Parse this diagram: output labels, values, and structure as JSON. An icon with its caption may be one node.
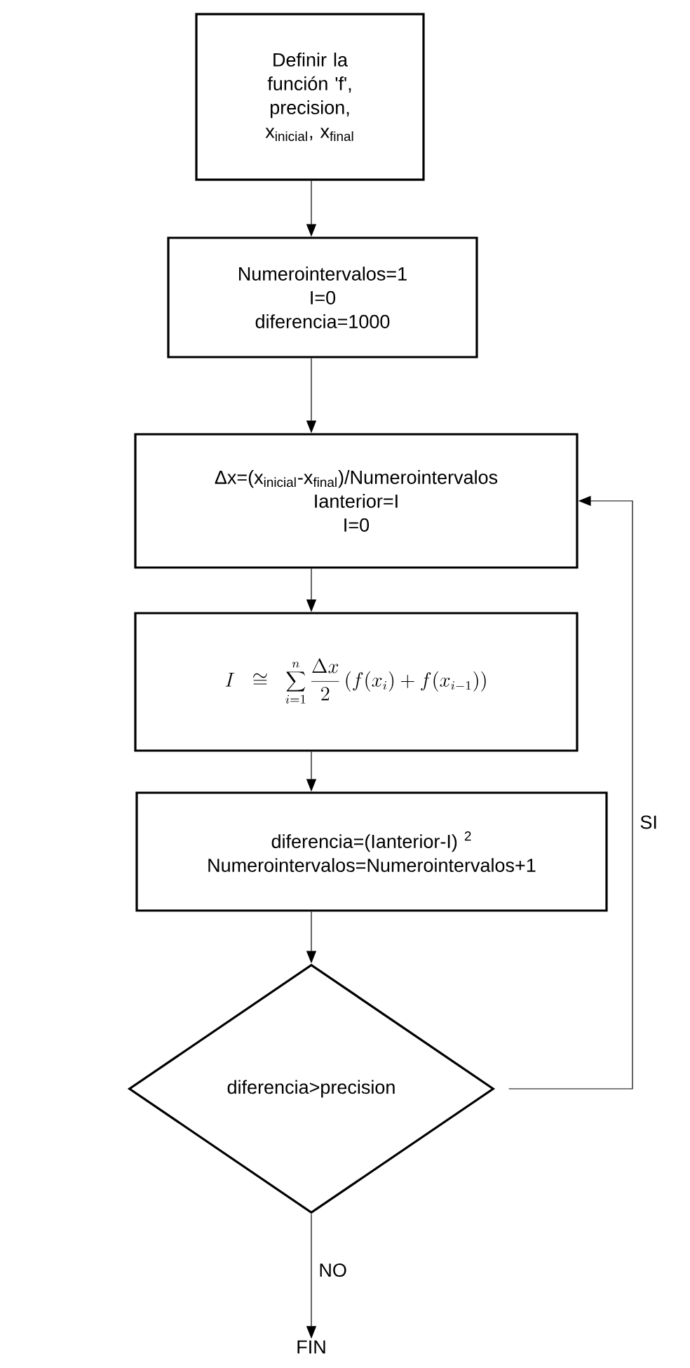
{
  "diagram": {
    "nodes": [
      {
        "text": [
          "Definir la función 'f', precision, x$_{inicial}$, x$_{final}$"
        ]
      },
      {
        "text": [
          "Numerointervalos=1",
          "I=0",
          "diferencia=1000"
        ]
      },
      {
        "text": [
          "Δx=(x$_{inicial}$-x$_{final}$)/Numerointervalos",
          "Ianterior=I",
          "I=0"
        ]
      },
      {
        "text": [
          "I \\cong \\sum_{i=1}^{n} \\frac{\\Delta x}{2} \\left(f(x_i)+f(x_{i-1})\\right)"
        ]
      },
      {
        "text": [
          "diferencia=(Ianterior-I) $^{2}$",
          "Numerointervalos=Numerointervalos+1"
        ]
      },
      {
        "text": [
          "diferencia>precision"
        ]
      },
      {
        "text": [
          "FIN"
        ]
      }
    ],
    "edges": [
      {
        "from": 0,
        "to": 1,
        "arrow": "to"
      },
      {
        "from": 1,
        "to": 2,
        "arrow": "to"
      },
      {
        "from": 2,
        "to": 3,
        "arrow": "to"
      },
      {
        "from": 3,
        "to": 4,
        "arrow": "to"
      },
      {
        "from": 4,
        "to": 5,
        "arrow": "to"
      },
      {
        "from": 5,
        "to": 6,
        "arrow": "to",
        "label": "NO"
      },
      {
        "from": 5,
        "to": 2,
        "arrow": "to",
        "label": "SI"
      }
    ]
  }
}
